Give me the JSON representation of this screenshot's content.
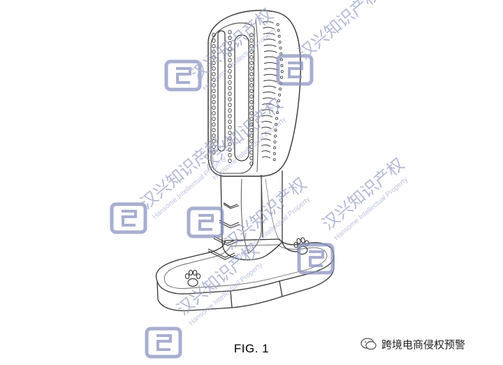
{
  "figure": {
    "caption": "FIG. 1"
  },
  "watermark": {
    "cn_text": "汉兴知识产权",
    "en_text": "Hansome Intellectual Property",
    "logo_icon": "hansome-logo-icon",
    "color": "#8a93c0"
  },
  "brand": {
    "icon": "wechat-icon",
    "text": "跨境电商侵权预警"
  }
}
